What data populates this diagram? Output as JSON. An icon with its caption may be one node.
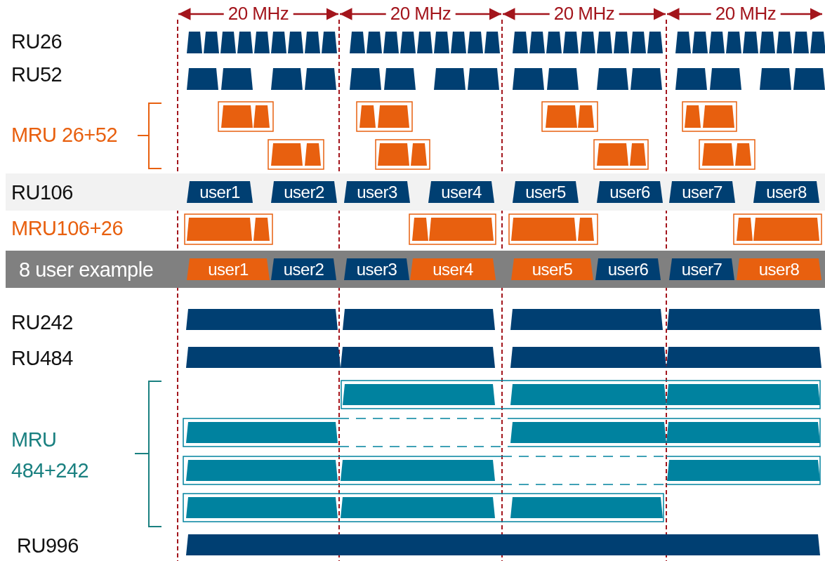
{
  "diagram": {
    "nodes": [
      {
        "text": [
          "RU106"
        ]
      },
      {
        "text": [
          "user1"
        ],
        "in": 0
      },
      {
        "text": [
          "user2"
        ],
        "in": 0
      },
      {
        "text": [
          "user3"
        ],
        "in": 0
      },
      {
        "text": [
          "user4"
        ],
        "in": 0
      },
      {
        "text": [
          "user5"
        ],
        "in": 0
      },
      {
        "text": [
          "user6"
        ],
        "in": 0
      },
      {
        "text": [
          "user7"
        ],
        "in": 0
      },
      {
        "text": [
          "user8"
        ],
        "in": 0
      },
      {
        "text": [
          "8 user example"
        ]
      },
      {
        "text": [
          "user1"
        ],
        "in": 9
      },
      {
        "text": [
          "user2"
        ],
        "in": 9
      },
      {
        "text": [
          "user3"
        ],
        "in": 9
      },
      {
        "text": [
          "user4"
        ],
        "in": 9
      },
      {
        "text": [
          "user5"
        ],
        "in": 9
      },
      {
        "text": [
          "user6"
        ],
        "in": 9
      },
      {
        "text": [
          "user7"
        ],
        "in": 9
      },
      {
        "text": [
          "user8"
        ],
        "in": 9
      }
    ],
    "edges": [],
    "labels": [
      "20 MHz",
      "20 MHz",
      "20 MHz",
      "20 MHz",
      "RU26",
      "RU52",
      "MRU 26+52",
      "MRU106+26",
      "RU242",
      "RU484",
      "MRU 484+242",
      "RU996"
    ]
  }
}
